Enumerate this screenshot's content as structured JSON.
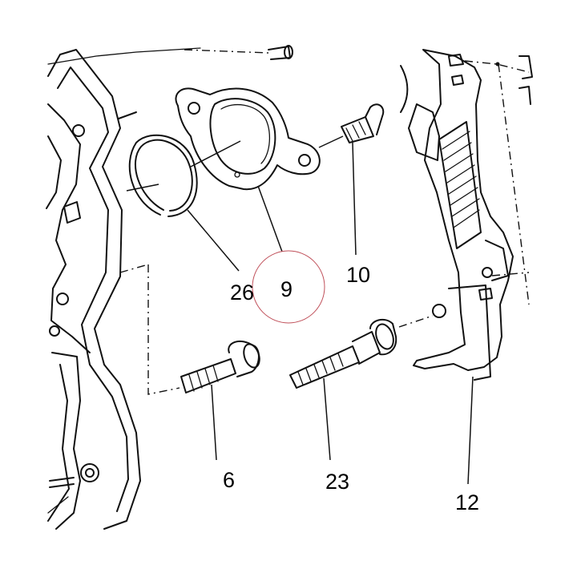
{
  "labels": {
    "p26": "26",
    "p9": "9",
    "p10": "10",
    "p6": "6",
    "p23": "23",
    "p12": "12"
  },
  "colors": {
    "line": "#111111",
    "highlight_circle": "#c0505a",
    "background": "#ffffff"
  }
}
